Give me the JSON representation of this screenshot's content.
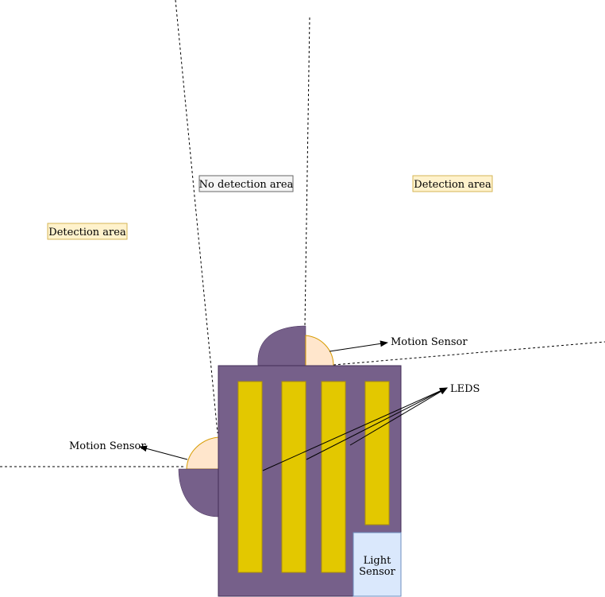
{
  "labels": {
    "no_detection": "No detection area",
    "detection_right": "Detection area",
    "detection_left": "Detection area",
    "motion_sensor_right": "Motion Sensor",
    "motion_sensor_left": "Motion Sensor",
    "leds": "LEDS",
    "light_sensor_line1": "Light",
    "light_sensor_line2": "Sensor"
  },
  "colors": {
    "housing": "#76608a",
    "led": "#e3c800",
    "sensor_lens": "#ffe6cc",
    "sensor_lens_stroke": "#d79b00",
    "light_sensor": "#dae8fc",
    "light_sensor_stroke": "#6c8ebf",
    "detection_box": "#fff2cc",
    "detection_box_stroke": "#d6b656",
    "no_detection_box": "#f5f5f5",
    "no_detection_box_stroke": "#666666"
  }
}
